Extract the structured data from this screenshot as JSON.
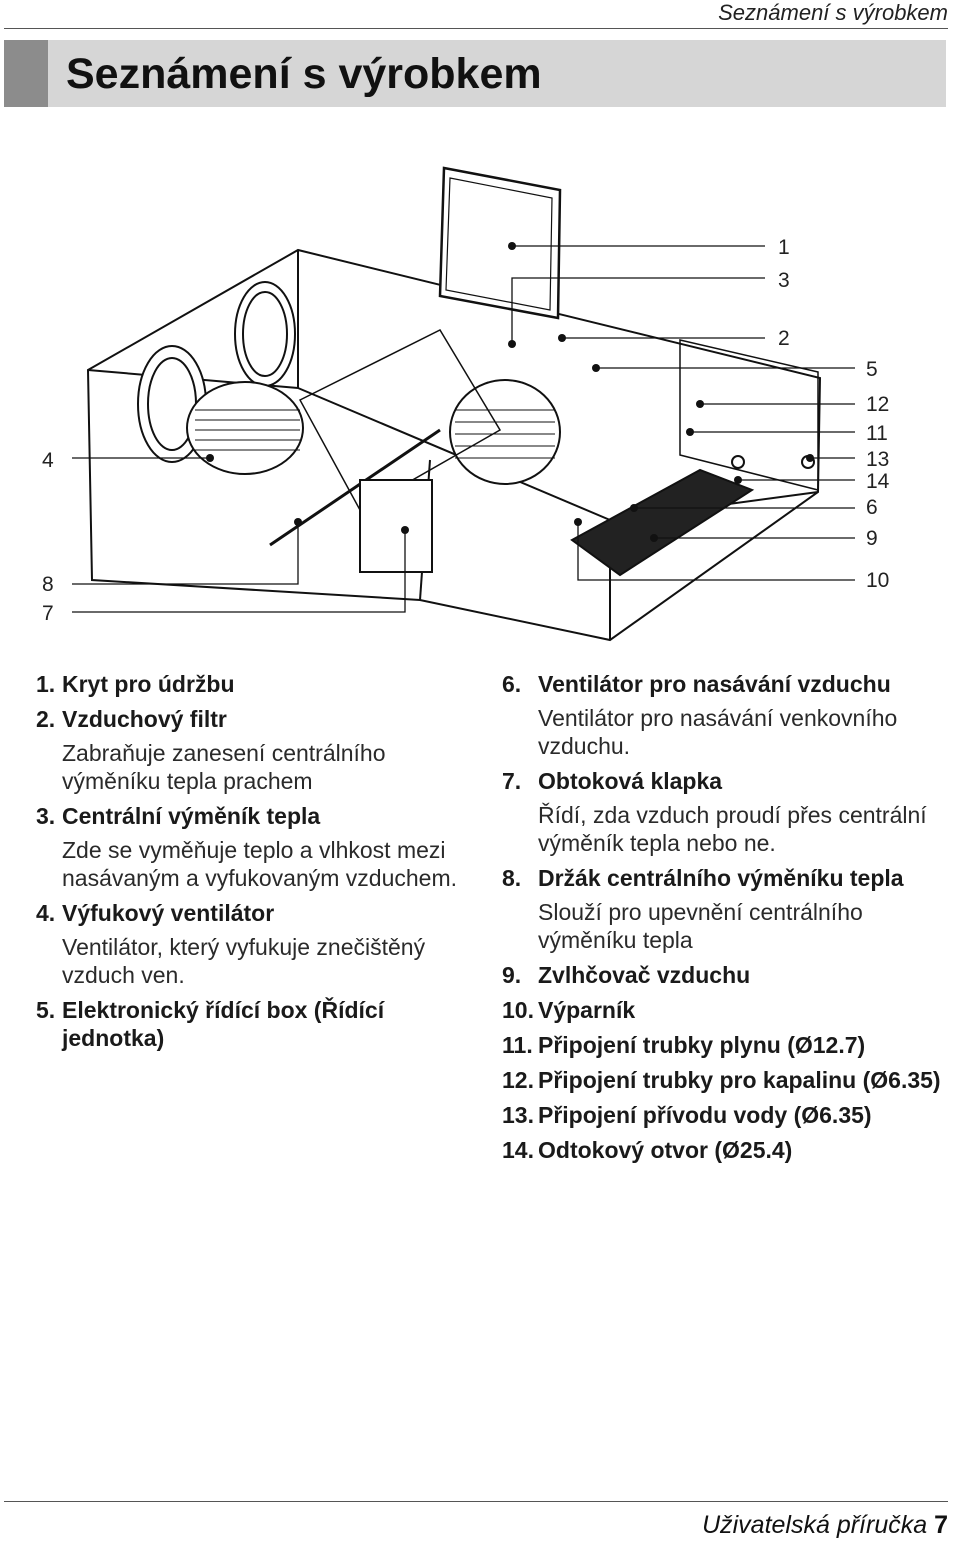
{
  "header": {
    "running_title": "Seznámení s výrobkem"
  },
  "title": "Seznámení s výrobkem",
  "callouts": {
    "c1": "1",
    "c2": "2",
    "c3": "3",
    "c4": "4",
    "c5": "5",
    "c6": "6",
    "c7": "7",
    "c8": "8",
    "c9": "9",
    "c10": "10",
    "c11": "11",
    "c12": "12",
    "c13": "13",
    "c14": "14"
  },
  "parts_left": [
    {
      "num": "1.",
      "name": "Kryt pro údržbu",
      "desc": ""
    },
    {
      "num": "2.",
      "name": "Vzduchový filtr",
      "desc": "Zabraňuje zanesení centrálního výměníku tepla prachem"
    },
    {
      "num": "3.",
      "name": "Centrální výměník tepla",
      "desc": "Zde se vyměňuje teplo a vlhkost mezi nasávaným a vyfukovaným vzduchem."
    },
    {
      "num": "4.",
      "name": "Výfukový ventilátor",
      "desc": "Ventilátor, který vyfukuje znečištěný vzduch ven."
    },
    {
      "num": "5.",
      "name": "Elektronický řídící box (Řídící jednotka)",
      "desc": ""
    }
  ],
  "parts_right": [
    {
      "num": "6.",
      "name": "Ventilátor pro nasávání vzduchu",
      "desc": "Ventilátor pro nasávání venkovního vzduchu."
    },
    {
      "num": "7.",
      "name": "Obtoková klapka",
      "desc": "Řídí, zda vzduch proudí přes centrální výměník tepla nebo ne."
    },
    {
      "num": "8.",
      "name": "Držák centrálního výměníku tepla",
      "desc": "Slouží pro upevnění centrálního výměníku tepla"
    },
    {
      "num": "9.",
      "name": "Zvlhčovač vzduchu",
      "desc": ""
    },
    {
      "num": "10.",
      "name": "Výparník",
      "desc": ""
    },
    {
      "num": "11.",
      "name": "Připojení trubky plynu (Ø12.7)",
      "desc": ""
    },
    {
      "num": "12.",
      "name": "Připojení trubky pro kapalinu (Ø6.35)",
      "desc": ""
    },
    {
      "num": "13.",
      "name": "Připojení přívodu vody (Ø6.35)",
      "desc": ""
    },
    {
      "num": "14.",
      "name": "Odtokový otvor (Ø25.4)",
      "desc": ""
    }
  ],
  "footer": {
    "text": "Uživatelská příručka",
    "page": "7"
  }
}
